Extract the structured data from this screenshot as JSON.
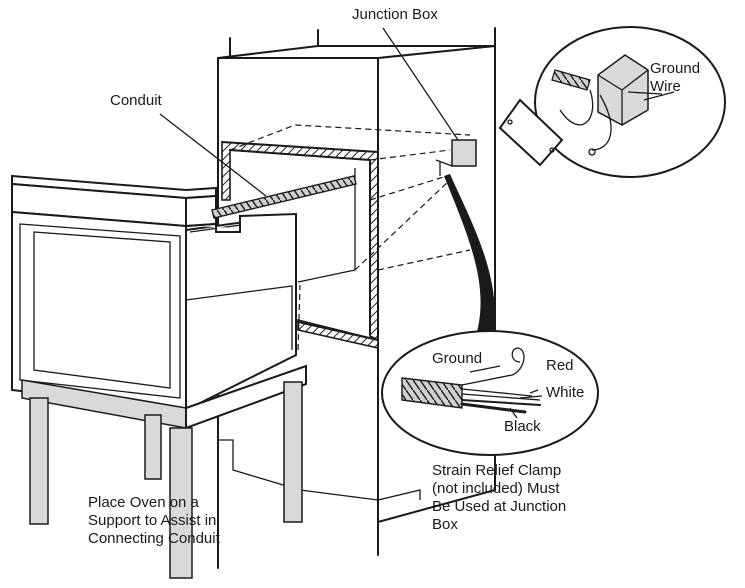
{
  "labels": {
    "junction_box": "Junction Box",
    "conduit": "Conduit",
    "ground_wire": "Ground\nWire",
    "ground": "Ground",
    "red": "Red",
    "white": "White",
    "black": "Black",
    "strain_relief": "Strain Relief Clamp\n(not included) Must\nBe Used at Junction\nBox",
    "support_note": "Place Oven on a\nSupport to Assist in\nConnecting Conduit"
  },
  "icons": {
    "oven": "wall-oven",
    "cabinet": "cabinet-cutout",
    "junction_box": "junction-box",
    "conduit": "flexible-conduit",
    "wire_detail": "wire-detail-inset",
    "ground_detail": "ground-wire-inset"
  }
}
